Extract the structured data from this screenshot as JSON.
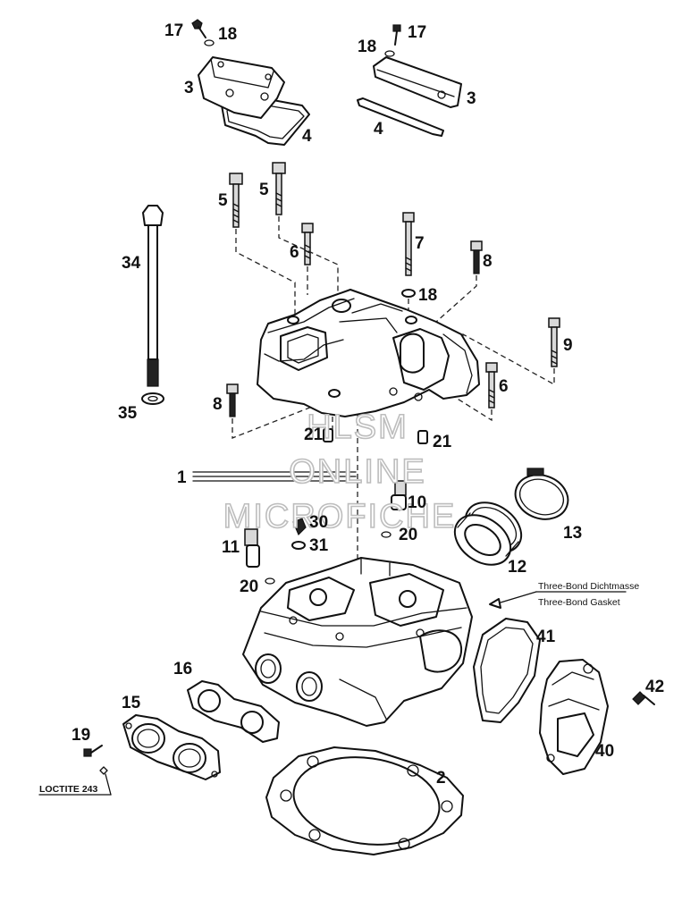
{
  "callouts": {
    "c1": "1",
    "c2": "2",
    "c3a": "3",
    "c3b": "3",
    "c4a": "4",
    "c4b": "4",
    "c5a": "5",
    "c5b": "5",
    "c6a": "6",
    "c6b": "6",
    "c7": "7",
    "c8a": "8",
    "c8b": "8",
    "c9": "9",
    "c10": "10",
    "c11": "11",
    "c12": "12",
    "c13": "13",
    "c15": "15",
    "c16": "16",
    "c17a": "17",
    "c17b": "17",
    "c18a": "18",
    "c18b": "18",
    "c18c": "18",
    "c19": "19",
    "c20a": "20",
    "c20b": "20",
    "c21a": "21",
    "c21b": "21",
    "c30": "30",
    "c31": "31",
    "c34": "34",
    "c35": "35",
    "c40": "40",
    "c41": "41",
    "c42": "42"
  },
  "notes": {
    "three_bond_de": "Three-Bond Dichtmasse",
    "three_bond_en": "Three-Bond Gasket",
    "loctite": "LOCTITE 243"
  },
  "watermark": {
    "line1": "HLSM",
    "line2": "ONLINE",
    "line3": "MICROFICHE"
  }
}
